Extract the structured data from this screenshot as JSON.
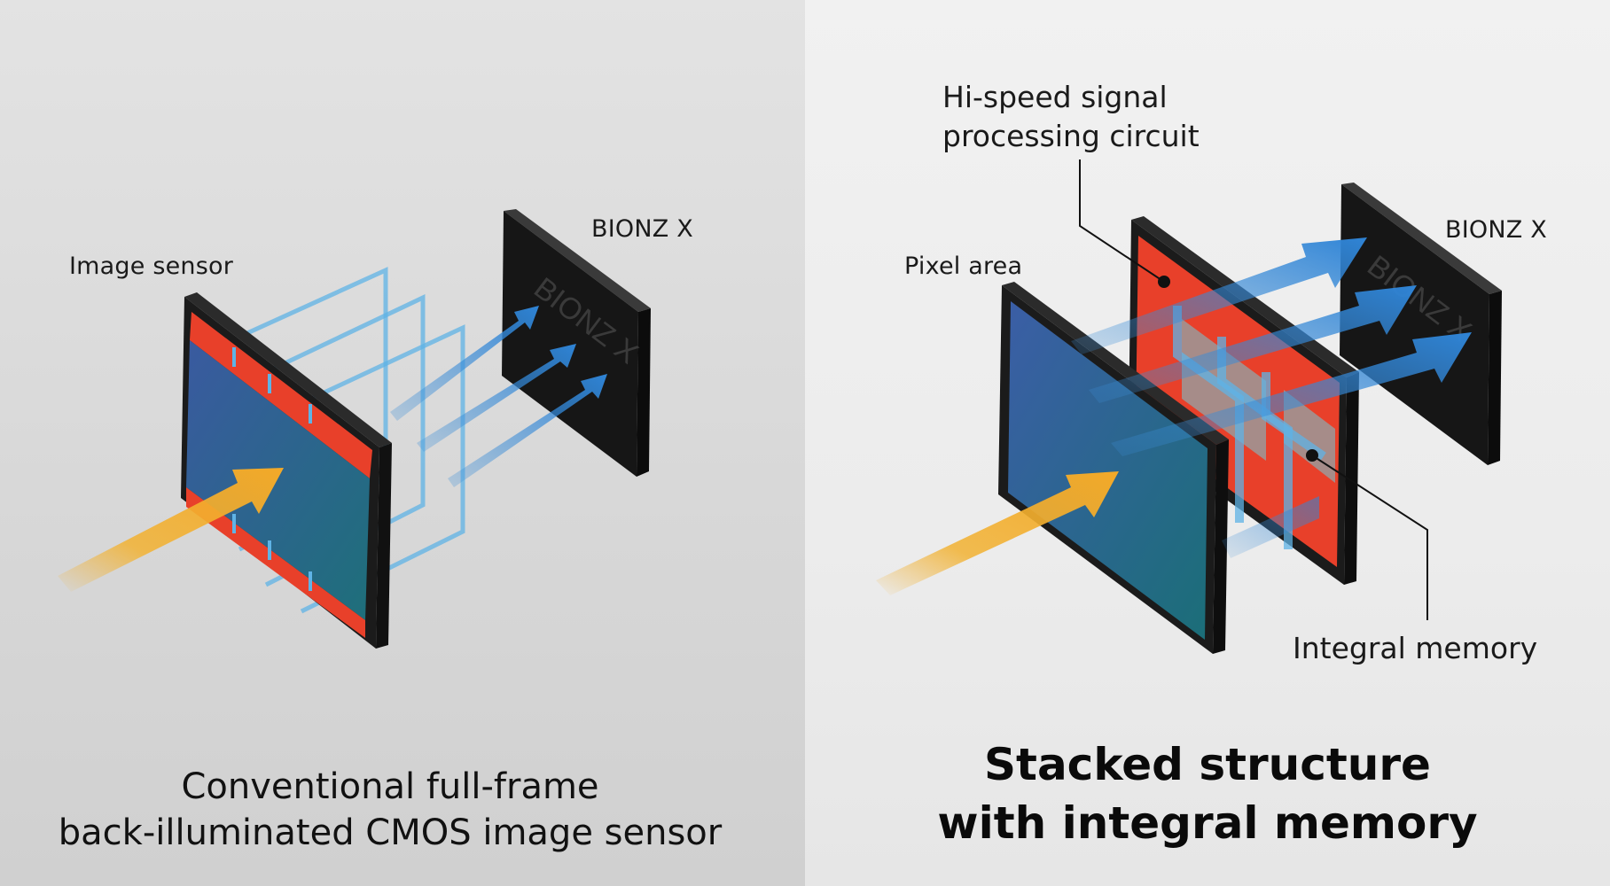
{
  "left": {
    "label_image_sensor": "Image sensor",
    "label_bionz": "BIONZ X",
    "chip_logo": "BIONZ X",
    "caption_line1": "Conventional full-frame",
    "caption_line2": "back-illuminated CMOS image sensor"
  },
  "right": {
    "label_pixel_area": "Pixel area",
    "label_bionz": "BIONZ X",
    "chip_logo": "BIONZ X",
    "label_hispeed_line1": "Hi-speed signal",
    "label_hispeed_line2": "processing circuit",
    "label_integral_memory": "Integral memory",
    "title_line1": "Stacked structure",
    "title_line2": "with integral memory"
  },
  "colors": {
    "sensor_blue": "#2f5f9a",
    "circuit_red": "#e8402a",
    "chip_black": "#141414",
    "light_arrow": "#f2b233",
    "signal_blue": "#3d8fd8"
  }
}
